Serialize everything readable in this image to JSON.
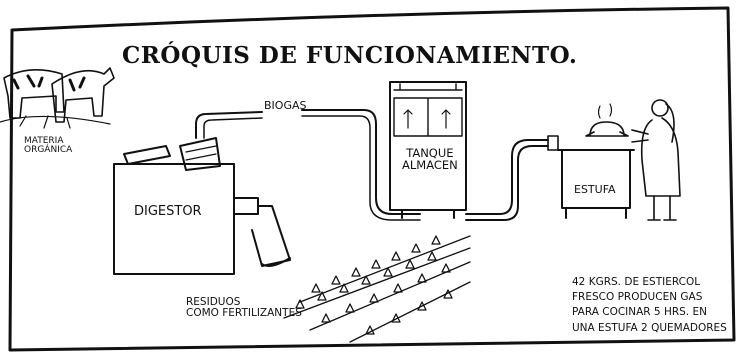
{
  "diagram": {
    "title": "CRÓQUIS DE FUNCIONAMIENTO.",
    "labels": {
      "materia_organica": "MATERIA\nORGÁNICA",
      "biogas": "BIOGAS",
      "tanque": "TANQUE\nALMACEN",
      "digestor": "DIGESTOR",
      "estufa": "ESTUFA",
      "residuos": "RESIDUOS\nCOMO FERTILIZANTES"
    },
    "note": "42 KGRS. DE ESTIERCOL\nFRESCO PRODUCEN GAS\nPARA COCINAR 5 HRS. EN\nUNA ESTUFA 2 QUEMADORES"
  }
}
